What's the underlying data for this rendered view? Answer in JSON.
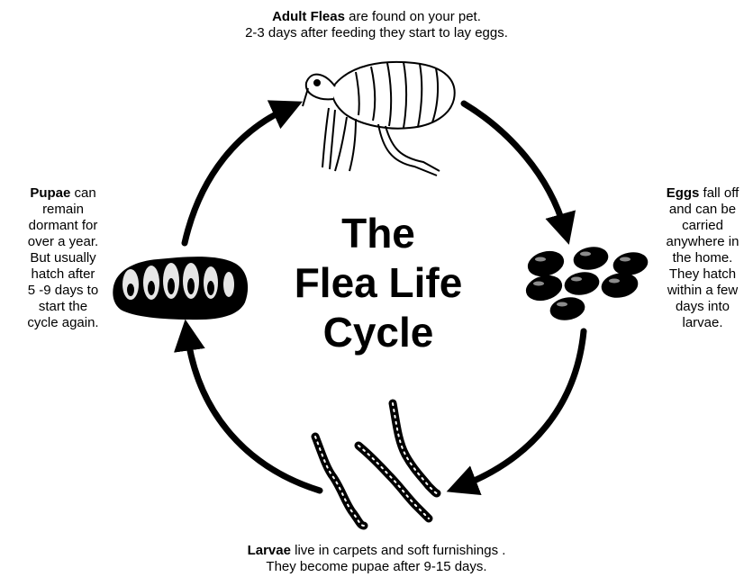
{
  "title": {
    "lines": [
      "The",
      "Flea Life",
      "Cycle"
    ]
  },
  "stages": {
    "adult": {
      "term": "Adult Fleas",
      "line1_rest": " are found on your pet.",
      "line2": "2-3 days after feeding they start to lay eggs."
    },
    "eggs": {
      "term": "Eggs",
      "line1_rest": " fall off",
      "lines": [
        "and can be",
        "carried",
        "anywhere in",
        "the home.",
        "They hatch",
        "within a few",
        "days into",
        "larvae."
      ]
    },
    "larvae": {
      "term": "Larvae",
      "line1_rest": " live in carpets and soft furnishings .",
      "line2": "They become pupae after 9-15 days."
    },
    "pupae": {
      "term": "Pupae",
      "line1_rest": " can",
      "lines": [
        "remain",
        "dormant for",
        "over a year.",
        "But usually",
        "hatch after",
        "5 -9 days to",
        "start the",
        "cycle again."
      ]
    }
  },
  "colors": {
    "ink": "#000000",
    "background": "#ffffff"
  },
  "icons": [
    "adult-flea-icon",
    "flea-eggs-icon",
    "larvae-icon",
    "pupa-icon",
    "cycle-arrow-icon"
  ]
}
